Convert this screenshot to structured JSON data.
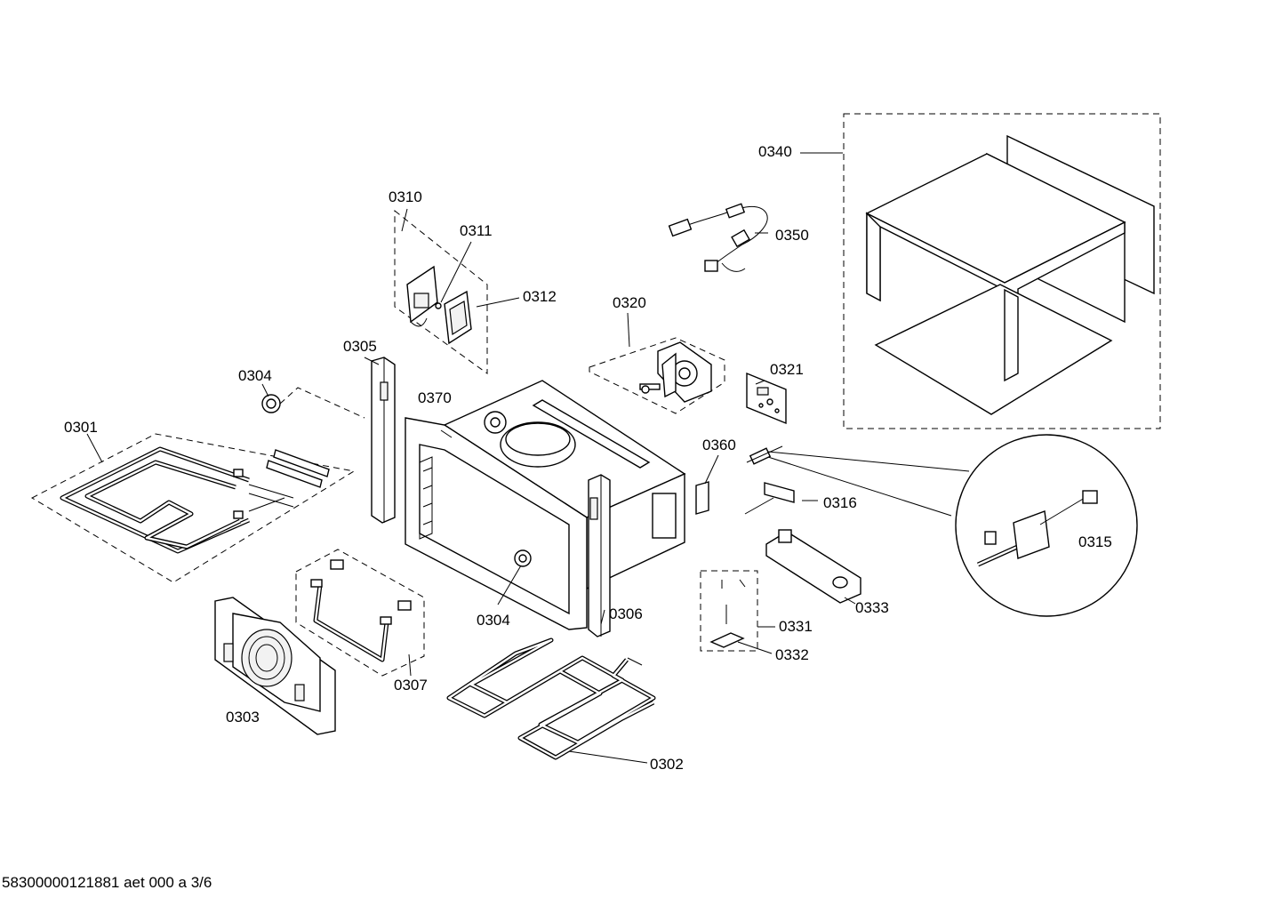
{
  "labels": {
    "p0301": "0301",
    "p0302": "0302",
    "p0303": "0303",
    "p0304a": "0304",
    "p0304b": "0304",
    "p0305": "0305",
    "p0306": "0306",
    "p0307": "0307",
    "p0310": "0310",
    "p0311": "0311",
    "p0312": "0312",
    "p0315": "0315",
    "p0316": "0316",
    "p0320": "0320",
    "p0321": "0321",
    "p0331": "0331",
    "p0332": "0332",
    "p0333": "0333",
    "p0340": "0340",
    "p0350": "0350",
    "p0360": "0360",
    "p0370": "0370"
  },
  "footer": "58300000121881 aet 000 a 3/6"
}
